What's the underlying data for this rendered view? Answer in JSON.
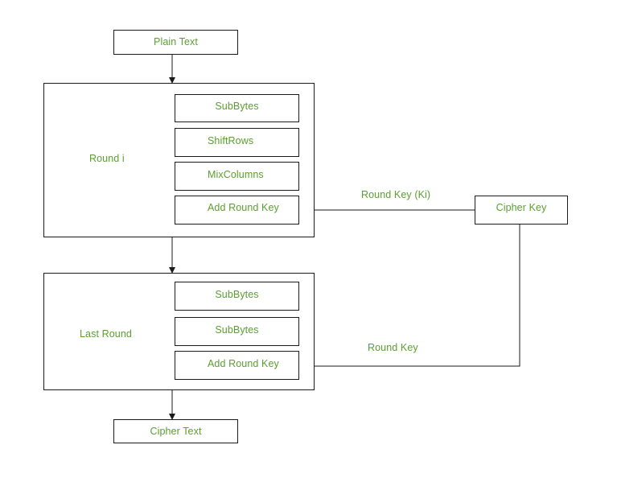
{
  "colors": {
    "text": "#5a9e2f",
    "line": "#1a1a1a",
    "background": "#ffffff"
  },
  "nodes": {
    "plain_text": "Plain Text",
    "round_i": {
      "label": "Round i",
      "steps": [
        "SubBytes",
        "ShiftRows",
        "MixColumns",
        "Add Round Key"
      ]
    },
    "last_round": {
      "label": "Last Round",
      "steps": [
        "SubBytes",
        "SubBytes",
        "Add Round Key"
      ]
    },
    "cipher_key": "Cipher Key",
    "cipher_text": "Cipher Text"
  },
  "edges": {
    "round_key_ki": "Round Key (Ki)",
    "round_key": "Round Key"
  }
}
